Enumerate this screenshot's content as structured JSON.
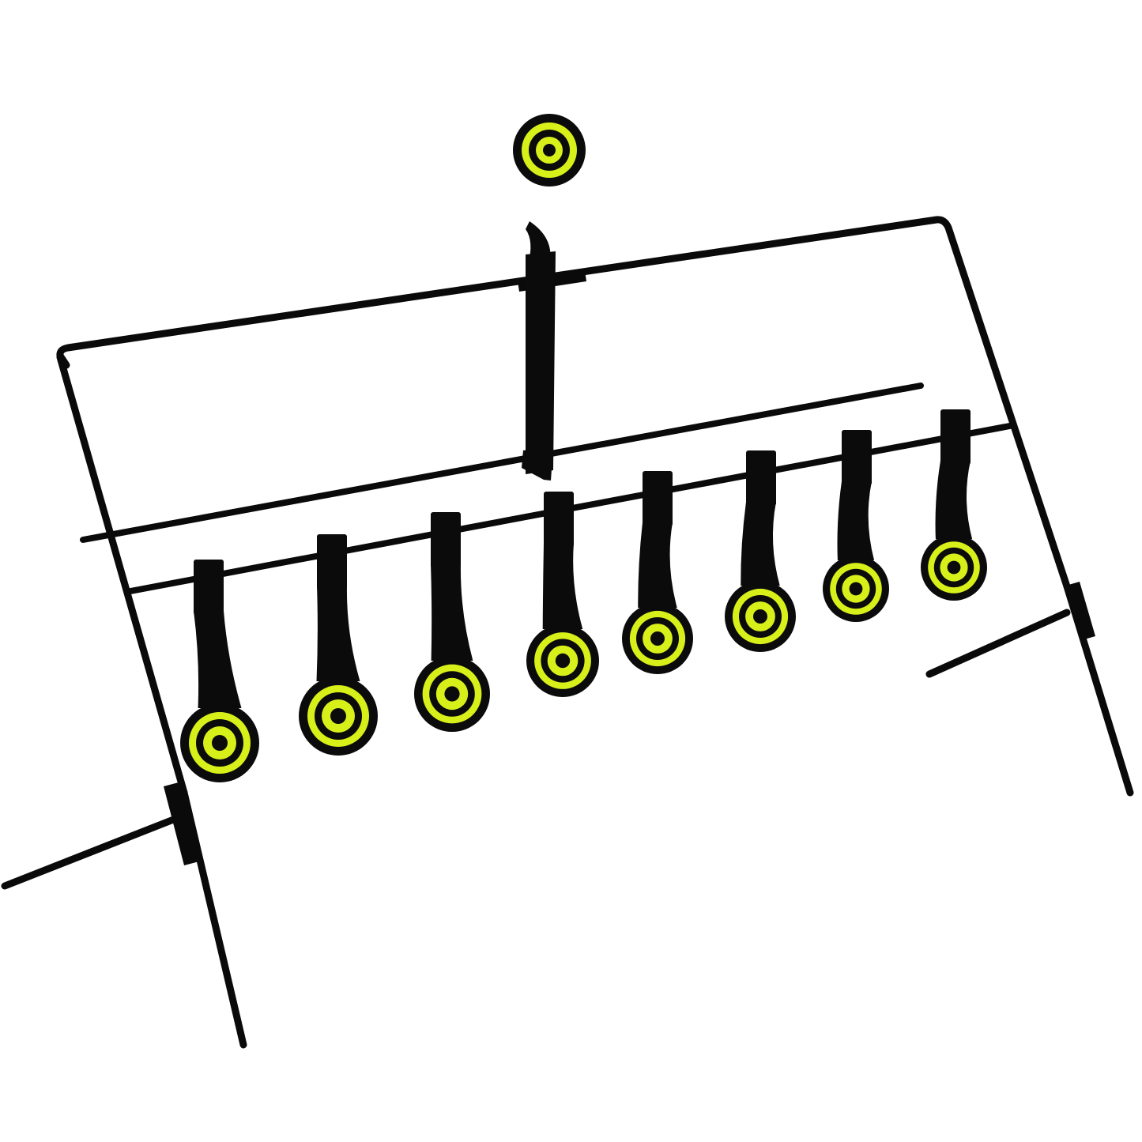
{
  "scene": {
    "subject": "metal-spinner-target-stand",
    "background_color": "#ffffff",
    "frame_color": "#0a0a0a",
    "target_ring_color": "#d8f01a",
    "target_disc_color": "#0b0b0b",
    "reset_target_count": 1,
    "spinner_target_count": 8
  }
}
